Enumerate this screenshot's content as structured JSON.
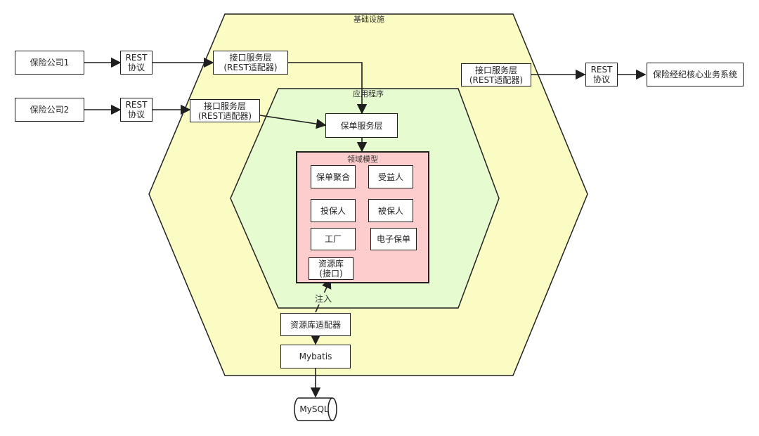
{
  "layers": {
    "infrastructure": {
      "label": "基础设施",
      "fill": "#fbfbc4"
    },
    "application": {
      "label": "应用程序",
      "fill": "#e6fbcf"
    },
    "domain": {
      "label": "领域模型",
      "fill": "#fdcccc"
    }
  },
  "external": {
    "insurer_1": "保险公司1",
    "insurer_2": "保险公司2",
    "broker_core_system": "保险经纪核心业务系统"
  },
  "protocol": {
    "rest_1": "REST\n协议",
    "rest_2": "REST\n协议",
    "rest_3": "REST\n协议"
  },
  "interface_layer": {
    "inbound_1": "接口服务层\n(REST适配器)",
    "inbound_2": "接口服务层\n(REST适配器)",
    "outbound": "接口服务层\n(REST适配器)"
  },
  "application": {
    "policy_service": "保单服务层"
  },
  "domain_items": {
    "policy_aggregate": "保单聚合",
    "beneficiary": "受益人",
    "policyholder": "投保人",
    "insured": "被保人",
    "factory": "工厂",
    "e_policy": "电子保单",
    "repository": "资源库\n(接口)"
  },
  "infrastructure_items": {
    "repository_adapter": "资源库适配器",
    "mybatis": "Mybatis",
    "mysql": "MySQL"
  },
  "edge_labels": {
    "inject": "注入"
  }
}
